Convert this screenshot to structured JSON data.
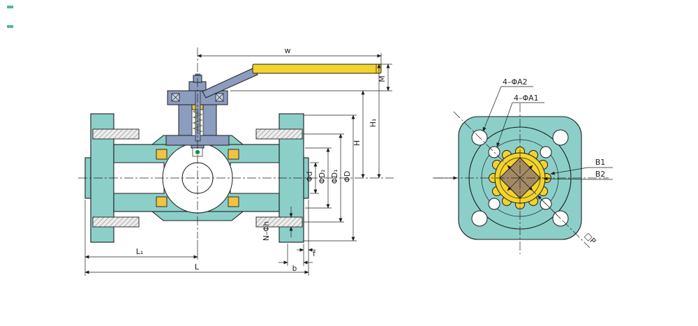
{
  "colors": {
    "body": "#8ccfc9",
    "bonnet": "#8c9dbf",
    "handle": "#f3d32d",
    "seat": "#f0c342",
    "stem": "#a48a63",
    "line": "#1c1c1c",
    "green": "#1aa24b",
    "bg": "#ffffff"
  },
  "section_view": {
    "dimensions": {
      "w": "w",
      "M": "M",
      "H1": "H₁",
      "H": "H",
      "phi_d": "Φd",
      "phi_D2": "ΦD₂",
      "phi_D1": "ΦD₁",
      "phi_D": "ΦD",
      "N_phi_h": "N–Φh",
      "L1": "L₁",
      "L": "L",
      "b": "b",
      "f": "f"
    }
  },
  "end_view": {
    "dimensions": {
      "A2": "4–ΦA2",
      "A1": "4–ΦA1",
      "B1": "B1",
      "B2": "B2",
      "P": "□P"
    }
  }
}
